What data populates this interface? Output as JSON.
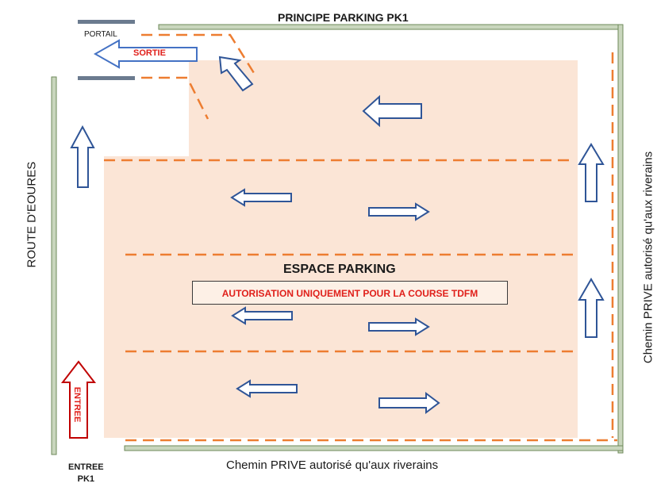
{
  "title": "PRINCIPE PARKING PK1",
  "portail": "PORTAIL",
  "sortie": "SORTIE",
  "espace_parking": "ESPACE PARKING",
  "autorisation": "AUTORISATION UNIQUEMENT POUR LA COURSE TDFM",
  "route": "ROUTE D'EOURES",
  "chemin_right": "Chemin PRIVE autorisé qu'aux riverains",
  "chemin_bottom": "Chemin PRIVE autorisé qu'aux riverains",
  "entree_arrow": "ENTREE",
  "entree_pk1": [
    "ENTREE",
    "PK1"
  ],
  "colors": {
    "zone": "#fbe5d6",
    "dash": "#ed7d31",
    "arrow_blue": "#2f5597",
    "arrow_red": "#c00000",
    "wall": "#c9d6bd",
    "wall_border": "#6e8a5a",
    "gate": "#6b7b8f",
    "label_red": "#e0201b"
  }
}
